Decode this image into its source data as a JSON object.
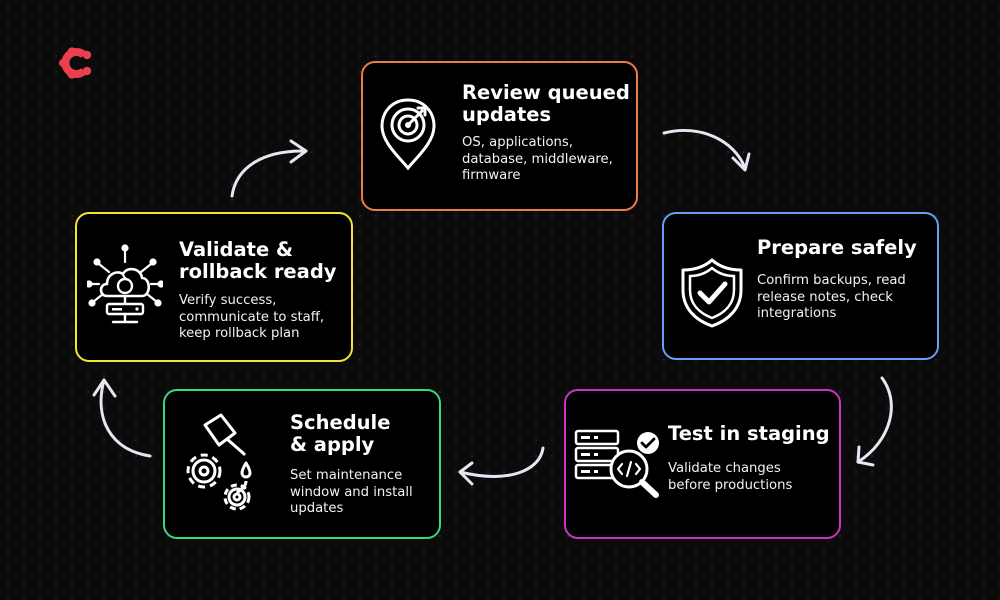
{
  "colors": {
    "review": "#ee7a4a",
    "prepare": "#6b9cf2",
    "test": "#c934c2",
    "schedule": "#3ad77c",
    "validate": "#f0e531",
    "brand": "#ea3f4e",
    "arrow": "#e5e7f2"
  },
  "logo": {
    "icon": "brand-logo-icon"
  },
  "steps": [
    {
      "title": "Review queued\nupdates",
      "description": "OS, applications,\ndatabase, middleware,\nfirmware",
      "icon": "target-location-pin-icon"
    },
    {
      "title": "Prepare safely",
      "description": "Confirm backups, read\nrelease notes, check\nintegrations",
      "icon": "shield-check-icon"
    },
    {
      "title": "Test in staging",
      "description": "Validate changes\nbefore productions",
      "icon": "server-code-check-icon"
    },
    {
      "title": "Schedule\n& apply",
      "description": "Set maintenance\nwindow and install\nupdates",
      "icon": "gears-oil-can-icon"
    },
    {
      "title": "Validate &\nrollback ready",
      "description": "Verify success,\ncommunicate to staff,\nkeep rollback plan",
      "icon": "cloud-sync-network-icon"
    }
  ],
  "arrows": [
    {
      "from": "validate",
      "to": "review",
      "icon": "arrow-validate-to-review-icon"
    },
    {
      "from": "review",
      "to": "prepare",
      "icon": "arrow-review-to-prepare-icon"
    },
    {
      "from": "prepare",
      "to": "test",
      "icon": "arrow-prepare-to-test-icon"
    },
    {
      "from": "test",
      "to": "schedule",
      "icon": "arrow-test-to-schedule-icon"
    },
    {
      "from": "schedule",
      "to": "validate",
      "icon": "arrow-schedule-to-validate-icon"
    }
  ]
}
